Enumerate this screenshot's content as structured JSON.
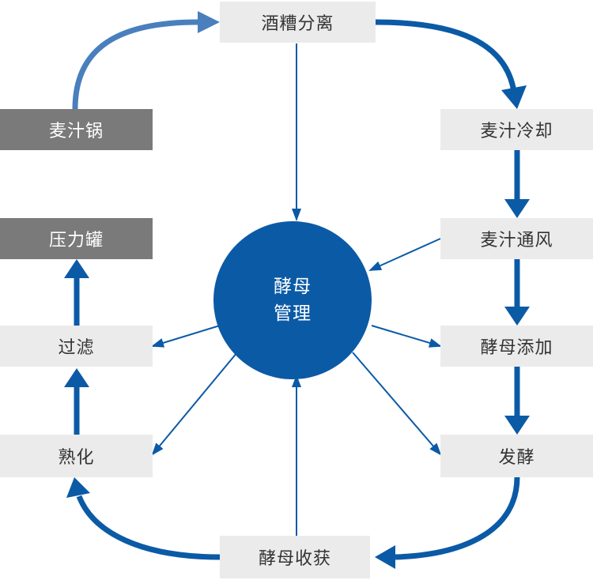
{
  "colors": {
    "accent": "#0b5aa6",
    "accent_light": "#4a7fbd",
    "box_light": "#ebebeb",
    "box_dark": "#7a7a7a",
    "text_dark": "#333333"
  },
  "center": {
    "line1": "酵母",
    "line2": "管理"
  },
  "nodes": {
    "wort_separation": "酒糟分离",
    "wort_cooling": "麦汁冷却",
    "wort_aeration": "麦汁通风",
    "yeast_pitching": "酵母添加",
    "fermentation": "发酵",
    "yeast_harvest": "酵母收获",
    "maturation": "熟化",
    "filtration": "过滤",
    "pressure_tank": "压力罐",
    "wort_kettle": "麦汁锅"
  }
}
